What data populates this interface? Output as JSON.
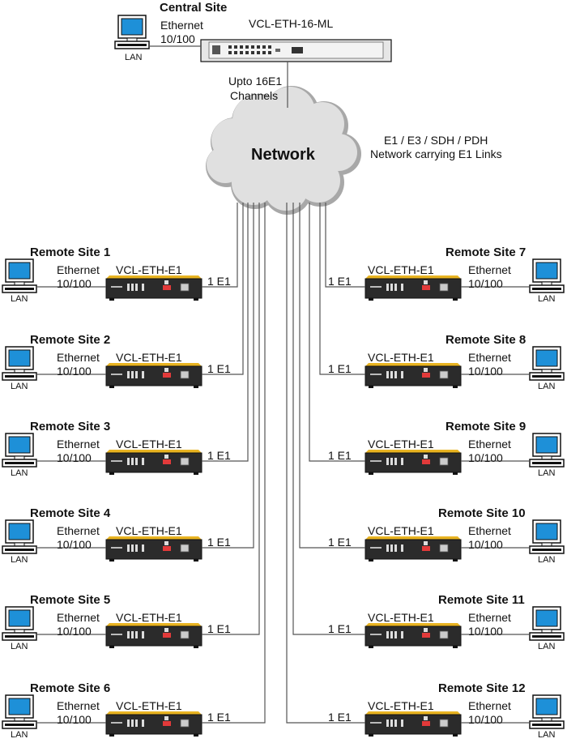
{
  "central": {
    "site_title": "Central Site",
    "ethernet_line1": "Ethernet",
    "ethernet_line2": "10/100",
    "lan_label": "LAN",
    "device_label": "VCL-ETH-16-ML",
    "channels_line1": "Upto 16E1",
    "channels_line2": "Channels"
  },
  "network": {
    "label": "Network",
    "desc_line1": "E1 / E3 / SDH / PDH",
    "desc_line2": "Network carrying E1 Links"
  },
  "remote_sites": [
    {
      "title": "Remote Site 1",
      "side": "left"
    },
    {
      "title": "Remote Site 2",
      "side": "left"
    },
    {
      "title": "Remote Site 3",
      "side": "left"
    },
    {
      "title": "Remote Site 4",
      "side": "left"
    },
    {
      "title": "Remote Site 5",
      "side": "left"
    },
    {
      "title": "Remote Site 6",
      "side": "left"
    },
    {
      "title": "Remote Site 7",
      "side": "right"
    },
    {
      "title": "Remote Site 8",
      "side": "right"
    },
    {
      "title": "Remote Site 9",
      "side": "right"
    },
    {
      "title": "Remote Site 10",
      "side": "right"
    },
    {
      "title": "Remote Site 11",
      "side": "right"
    },
    {
      "title": "Remote Site 12",
      "side": "right"
    }
  ],
  "remote_common": {
    "ethernet_line1": "Ethernet",
    "ethernet_line2": "10/100",
    "device_label": "VCL-ETH-E1",
    "link_label": "1 E1",
    "lan_label": "LAN"
  },
  "colors": {
    "line": "#555555",
    "device_dark": "#2b2b2b",
    "device_stripe": "#e8b321",
    "cloud_fill": "#e0e0e0",
    "monitor_screen": "#1e90d8"
  },
  "icons": {
    "computer": "desktop-computer-icon",
    "network": "network-cloud-icon",
    "central_device": "rack-mux-icon",
    "remote_device": "converter-box-icon"
  }
}
